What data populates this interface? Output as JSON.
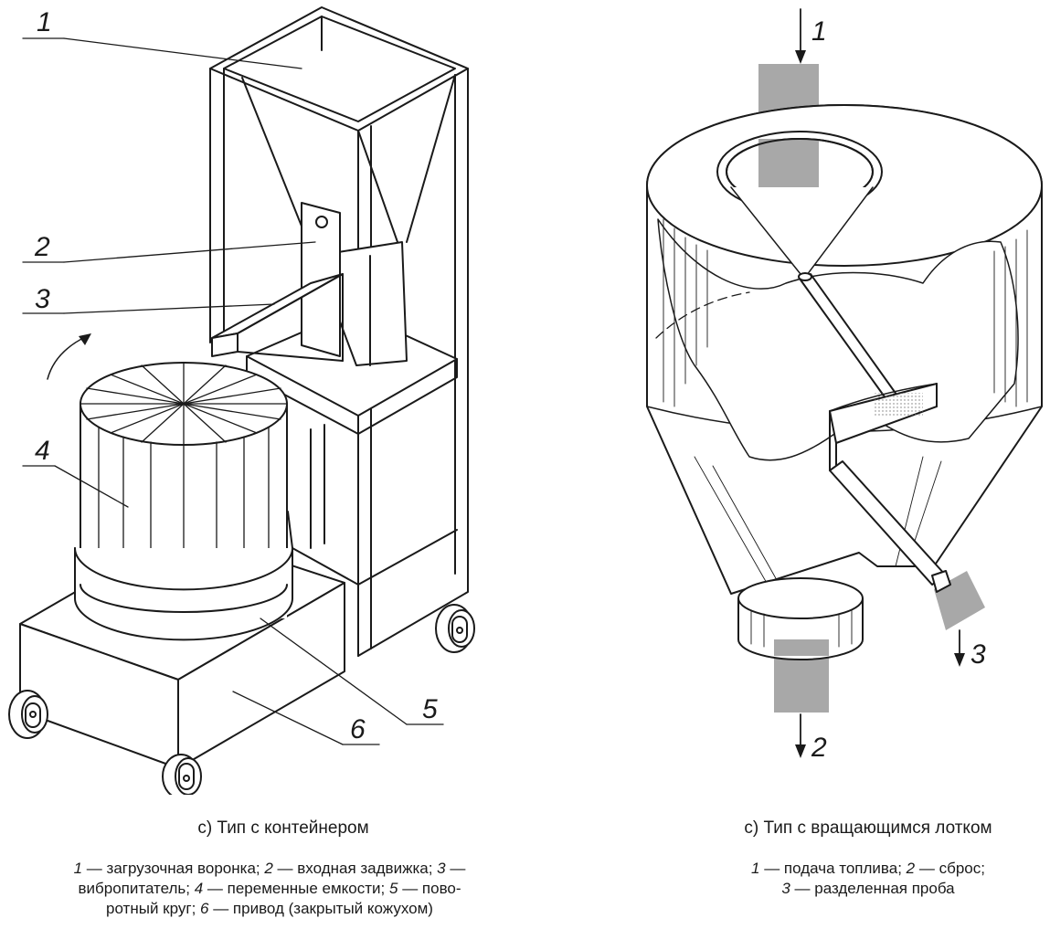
{
  "left_figure": {
    "callouts": [
      "1",
      "2",
      "3",
      "4",
      "5",
      "6"
    ],
    "caption": "с) Тип с контейнером",
    "legend_lines": [
      [
        {
          "n": "1",
          "t": " — загрузочная воронка; "
        },
        {
          "n": "2",
          "t": " — входная задвижка; "
        },
        {
          "n": "3",
          "t": " —"
        }
      ],
      [
        {
          "n": "",
          "t": "вибропитатель; "
        },
        {
          "n": "4",
          "t": " — переменные  емкости; "
        },
        {
          "n": "5",
          "t": " — пово-"
        }
      ],
      [
        {
          "n": "",
          "t": "ротный круг; "
        },
        {
          "n": "6",
          "t": " — привод (закрытый кожухом)"
        }
      ]
    ]
  },
  "right_figure": {
    "callouts": [
      "1",
      "2",
      "3"
    ],
    "caption": "с) Тип с вращающимся лотком",
    "legend_lines": [
      [
        {
          "n": "1",
          "t": " — подача топлива; "
        },
        {
          "n": "2",
          "t": " — сброс;"
        }
      ],
      [
        {
          "n": "3",
          "t": " — разделенная проба"
        }
      ]
    ]
  }
}
